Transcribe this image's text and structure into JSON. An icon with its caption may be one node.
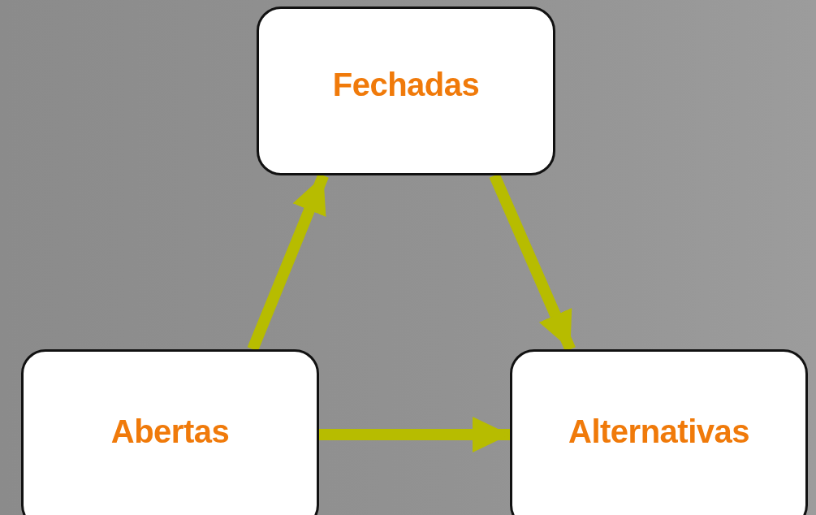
{
  "diagram": {
    "nodes": [
      {
        "text": [
          "Fechadas"
        ]
      },
      {
        "text": [
          "Abertas"
        ]
      },
      {
        "text": [
          "Alternativas"
        ]
      }
    ],
    "edges": [
      {
        "from": 1,
        "to": 0,
        "arrow": "to"
      },
      {
        "from": 0,
        "to": 2,
        "arrow": "to"
      },
      {
        "from": 1,
        "to": 2,
        "arrow": "to"
      }
    ]
  }
}
